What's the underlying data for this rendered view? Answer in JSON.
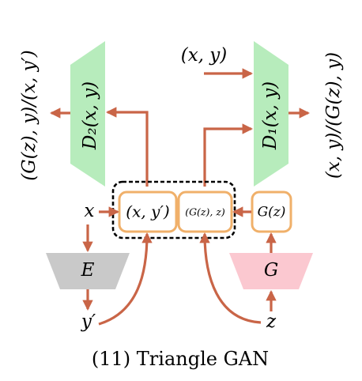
{
  "caption": "(11) Triangle GAN",
  "discriminators": {
    "d2": {
      "label": "D₂(x, y)",
      "output": "(G(z), y)/(x, y′)"
    },
    "d1": {
      "label": "D₁(x, y)",
      "output": "(x, y)/(G(z), y)"
    },
    "d1_input": "(x, y)"
  },
  "pairs": {
    "x_yprime": "(x, y′)",
    "gz_z": "(G(z), z)",
    "gz": "G(z)"
  },
  "networks": {
    "encoder": "E",
    "generator": "G"
  },
  "variables": {
    "x": "x",
    "y_prime": "y′",
    "z": "z"
  },
  "colors": {
    "arrow": "#c96547",
    "discriminator_fill": "#b7ecbc",
    "encoder_fill": "#c9c9c9",
    "generator_fill": "#fbc8d0",
    "pair_border": "#f0b06a",
    "group_border": "#000000"
  }
}
